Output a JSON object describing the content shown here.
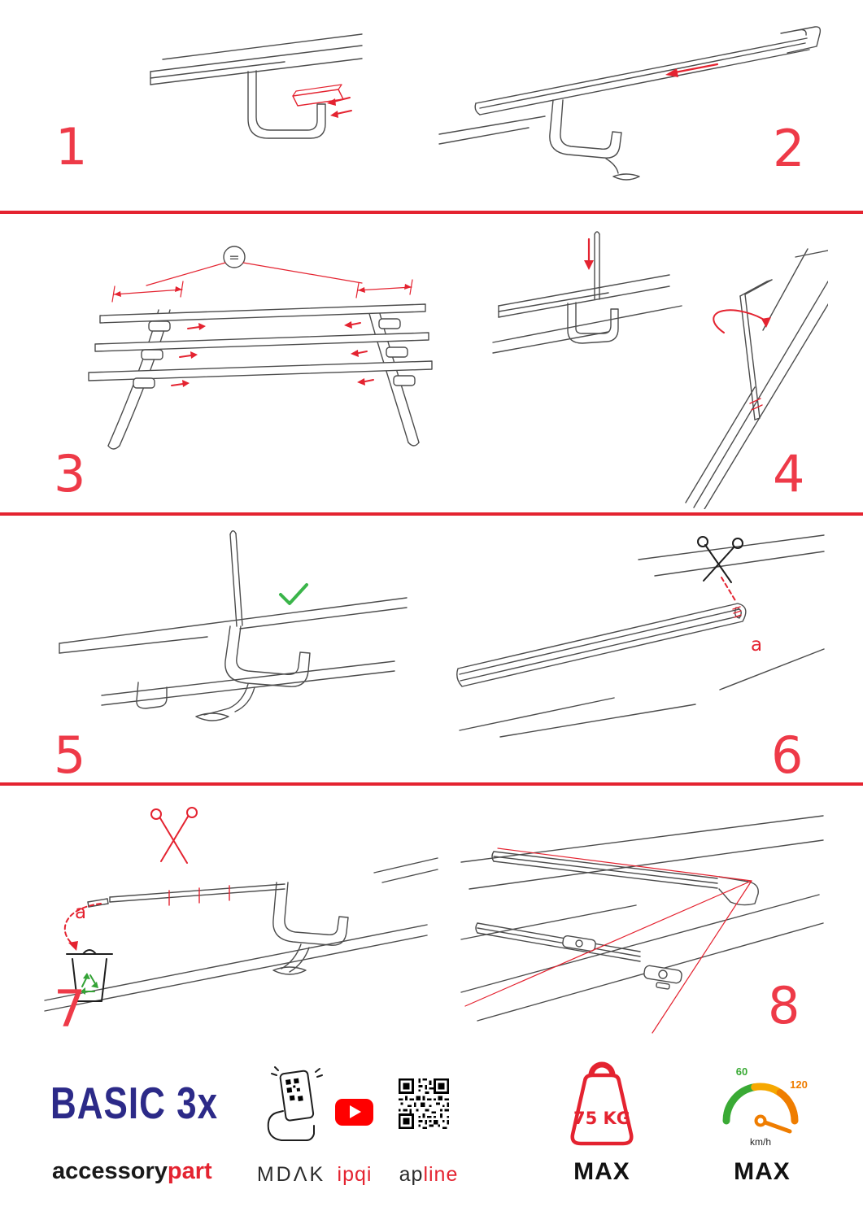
{
  "colors": {
    "accent_red": "#e42330",
    "step_number_red": "#ee3a48",
    "brand_blue": "#2c2a88",
    "check_green": "#3ab54a",
    "recycle_green": "#34a336",
    "gauge_green": "#3aaa35",
    "gauge_amber": "#f6a800",
    "gauge_orange": "#ef7d00",
    "youtube_red": "#ff0000",
    "background": "#ffffff"
  },
  "steps": [
    {
      "number": "1"
    },
    {
      "number": "2"
    },
    {
      "number": "3",
      "equal_badge": "="
    },
    {
      "number": "4"
    },
    {
      "number": "5"
    },
    {
      "number": "6",
      "cut_label": "a"
    },
    {
      "number": "7",
      "cut_label": "a"
    },
    {
      "number": "8"
    }
  ],
  "footer": {
    "brand_title": "BASIC 3x",
    "brand_sub_black": "accessory",
    "brand_sub_red": "part",
    "partner_mdak": "MDΛK",
    "partner_ipqi": "ipqi",
    "partner_apline_black": "ap",
    "partner_apline_red": "line",
    "weight_value": "75 KG",
    "weight_max_label": "MAX",
    "speed_tick_low": "60",
    "speed_tick_high": "120",
    "speed_unit": "km/h",
    "speed_max_label": "MAX"
  }
}
